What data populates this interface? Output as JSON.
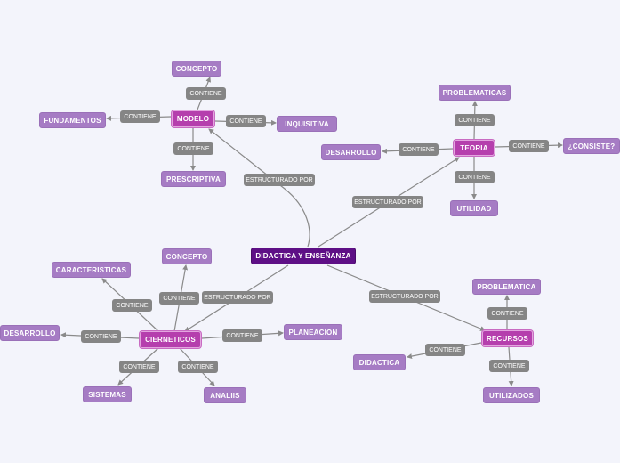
{
  "colors": {
    "background": "#f3f4fb",
    "root": "#5e0f86",
    "main_node": "#b53fad",
    "leaf_node": "#a67cc4",
    "link_label": "#858585",
    "edge": "#8a8a8a"
  },
  "root": {
    "label": "DIDACTICA Y ENSEÑANZA"
  },
  "modelo": {
    "label": "MODELO",
    "link": "ESTRUCTURADO POR",
    "children": {
      "concepto": {
        "label": "CONCEPTO",
        "link": "CONTIENE"
      },
      "fundamentos": {
        "label": "FUNDAMENTOS",
        "link": "CONTIENE"
      },
      "inquisitiva": {
        "label": "INQUISITIVA",
        "link": "CONTIENE"
      },
      "prescriptiva": {
        "label": "PRESCRIPTIVA",
        "link": "CONTIENE"
      }
    }
  },
  "teoria": {
    "label": "TEORIA",
    "link": "ESTRUCTURADO POR",
    "children": {
      "problematicas": {
        "label": "PROBLEMATICAS",
        "link": "CONTIENE"
      },
      "desarrollo": {
        "label": "DESARROLLO",
        "link": "CONTIENE"
      },
      "consiste": {
        "label": "¿CONSISTE?",
        "link": "CONTIENE"
      },
      "utilidad": {
        "label": "UTILIDAD",
        "link": "CONTIENE"
      }
    }
  },
  "cierneticos": {
    "label": "CIERNETICOS",
    "link": "ESTRUCTURADO POR",
    "children": {
      "caracteristicas": {
        "label": "CARACTERISTICAS",
        "link": "CONTIENE"
      },
      "concepto": {
        "label": "CONCEPTO",
        "link": "CONTIENE"
      },
      "desarrollo": {
        "label": "DESARROLLO",
        "link": "CONTIENE"
      },
      "planeacion": {
        "label": "PLANEACION",
        "link": "CONTIENE"
      },
      "sistemas": {
        "label": "SISTEMAS",
        "link": "CONTIENE"
      },
      "analiis": {
        "label": "ANALIIS",
        "link": "CONTIENE"
      }
    }
  },
  "recursos": {
    "label": "RECURSOS",
    "link": "ESTRUCTURADO POR",
    "children": {
      "problematica": {
        "label": "PROBLEMATICA",
        "link": "CONTIENE"
      },
      "didactica": {
        "label": "DIDACTICA",
        "link": "CONTIENE"
      },
      "utilizados": {
        "label": "UTILIZADOS",
        "link": "CONTIENE"
      }
    }
  }
}
